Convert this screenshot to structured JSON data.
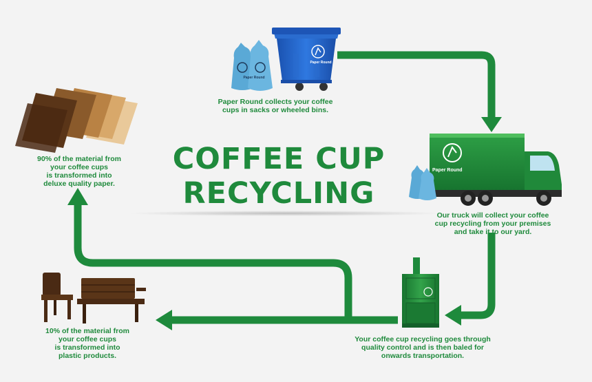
{
  "title": {
    "line1": "COFFEE CUP",
    "line2": "RECYCLING"
  },
  "steps": {
    "collect": {
      "lines": [
        "Paper Round collects your coffee",
        "cups in sacks or wheeled bins."
      ]
    },
    "truck": {
      "lines": [
        "Our truck will collect your coffee",
        "cup recycling from your premises",
        "and take it to our yard."
      ],
      "brand": "Paper Round"
    },
    "bin": {
      "brand": "Paper Round"
    },
    "sack": {
      "brand": "Paper Round"
    },
    "baler": {
      "lines": [
        "Your coffee cup recycling goes through",
        "quality control and is then baled for",
        "onwards transportation."
      ]
    },
    "paper": {
      "lines": [
        "90% of the material from",
        "your coffee cups",
        "is transformed into",
        "deluxe quality paper."
      ]
    },
    "plastic": {
      "lines": [
        "10% of the material from",
        "your coffee cups",
        "is transformed into",
        "plastic products."
      ]
    }
  },
  "colors": {
    "green": "#1f8a3c",
    "arrow": "#1e8a3c",
    "bin_blue": "#1f5fc4",
    "sack_blue": "#5aa9d6"
  }
}
